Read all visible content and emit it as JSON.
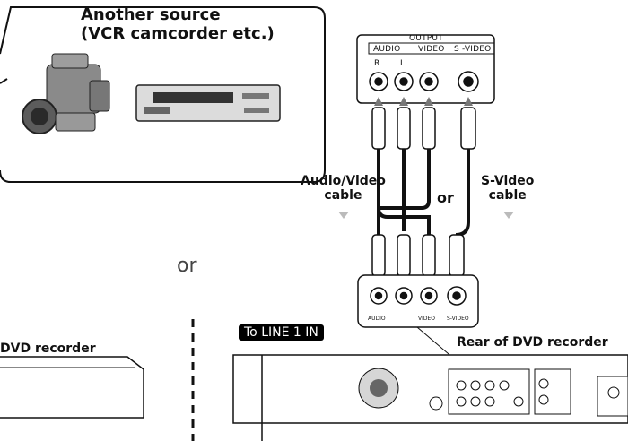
{
  "source": {
    "title_line1": "Another source",
    "title_line2": "(VCR camcorder etc.)"
  },
  "output_panel": {
    "title": "OUTPUT",
    "audio": "AUDIO",
    "r": "R",
    "l": "L",
    "video": "VIDEO",
    "svideo": "S -VIDEO"
  },
  "cables": {
    "av_line1": "Audio/Video",
    "av_line2": "cable",
    "or_label": "or",
    "sv_line1": "S-Video",
    "sv_line2": "cable"
  },
  "middle_or": "or",
  "left_panel": {
    "title": "DVD recorder"
  },
  "input_panel": {
    "audio": "AUDIO",
    "video": "VIDEO",
    "svideo": "S-VIDEO"
  },
  "right_panel": {
    "badge": "To LINE 1 IN",
    "title": "Rear of DVD recorder"
  }
}
